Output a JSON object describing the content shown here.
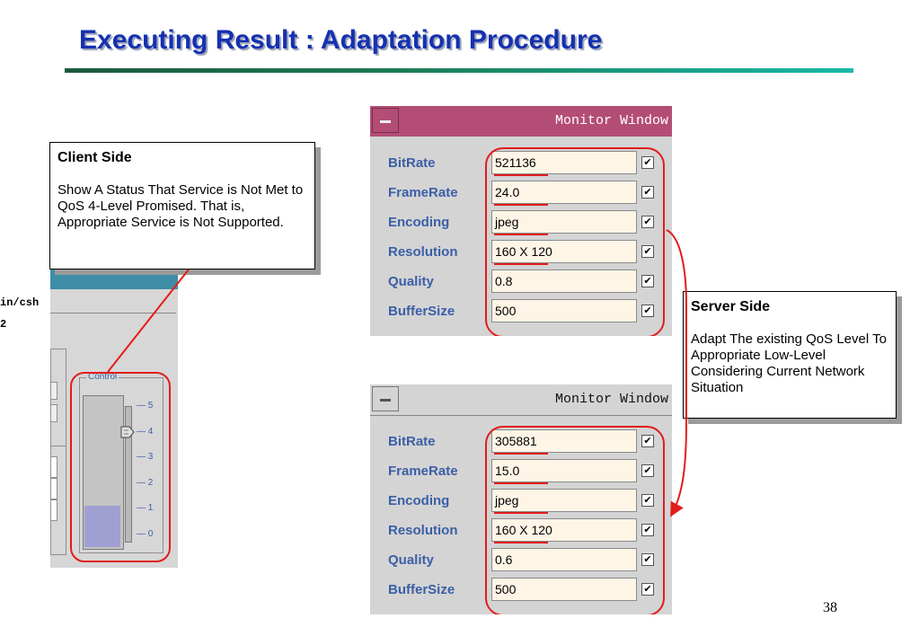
{
  "slide": {
    "title": "Executing Result : Adaptation Procedure",
    "page_number": "38"
  },
  "client_callout": {
    "heading": "Client Side",
    "body": "Show A Status That Service is Not Met to QoS 4-Level Promised. That is, Appropriate Service is Not Supported."
  },
  "server_callout": {
    "heading": "Server Side",
    "body": "Adapt The existing QoS Level To Appropriate Low-Level Considering Current Network Situation"
  },
  "client_window": {
    "shell_text": "in/csh",
    "shell_num": "2",
    "control": {
      "label": "Control",
      "ticks": [
        "5",
        "4",
        "3",
        "2",
        "1",
        "0"
      ],
      "level": 1
    }
  },
  "monitor_windows": [
    {
      "title": "Monitor Window",
      "fields": [
        {
          "label": "BitRate",
          "value": "521136"
        },
        {
          "label": "FrameRate",
          "value": "24.0"
        },
        {
          "label": "Encoding",
          "value": "jpeg"
        },
        {
          "label": "Resolution",
          "value": "160 X 120"
        },
        {
          "label": "Quality",
          "value": "0.8"
        },
        {
          "label": "BufferSize",
          "value": "500"
        }
      ]
    },
    {
      "title": "Monitor Window",
      "fields": [
        {
          "label": "BitRate",
          "value": "305881"
        },
        {
          "label": "FrameRate",
          "value": "15.0"
        },
        {
          "label": "Encoding",
          "value": "jpeg"
        },
        {
          "label": "Resolution",
          "value": "160 X 120"
        },
        {
          "label": "Quality",
          "value": "0.6"
        },
        {
          "label": "BufferSize",
          "value": "500"
        }
      ]
    }
  ],
  "checkbox_glyph": "✔",
  "colors": {
    "title_blue": "#1531b0",
    "highlight_red": "#e31c1c",
    "monitor_titlebar_active": "#b44d76",
    "label_blue": "#3b5fa6"
  }
}
